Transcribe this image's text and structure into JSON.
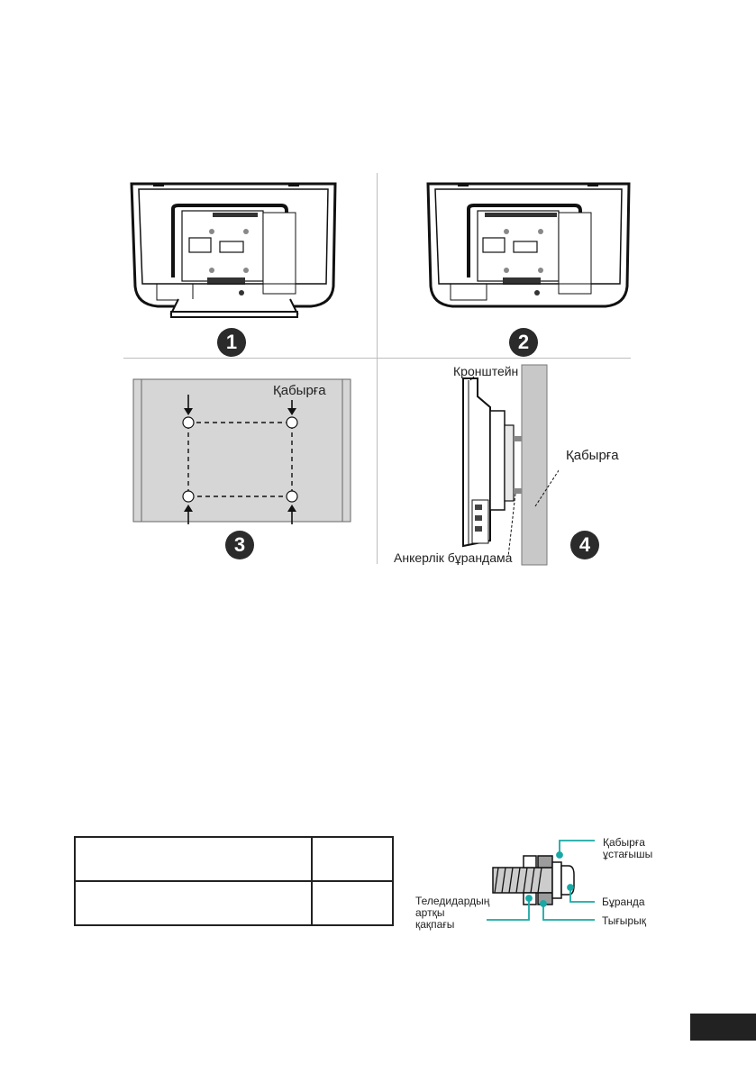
{
  "steps": [
    "1",
    "2",
    "3",
    "4"
  ],
  "wall_label_panel3": "Қабырға",
  "bracket_label": "Кронштейн",
  "wall_label_panel4": "Қабырға",
  "anchor_screw_label": "Анкерлік бұрандама",
  "screw_diagram": {
    "wall_holder": "Қабырға ұстағышы",
    "screw": "Бұранда",
    "tv_back_cover": "Теледидардың артқы қақпағы",
    "gasket": "Тығырық"
  },
  "spec_table": {
    "rows": [
      [
        "",
        ""
      ],
      [
        "",
        ""
      ]
    ]
  },
  "colors": {
    "leader_line": "#17a9a6",
    "badge": "#2b2b2b",
    "wall_fill": "#c8c8c8"
  }
}
